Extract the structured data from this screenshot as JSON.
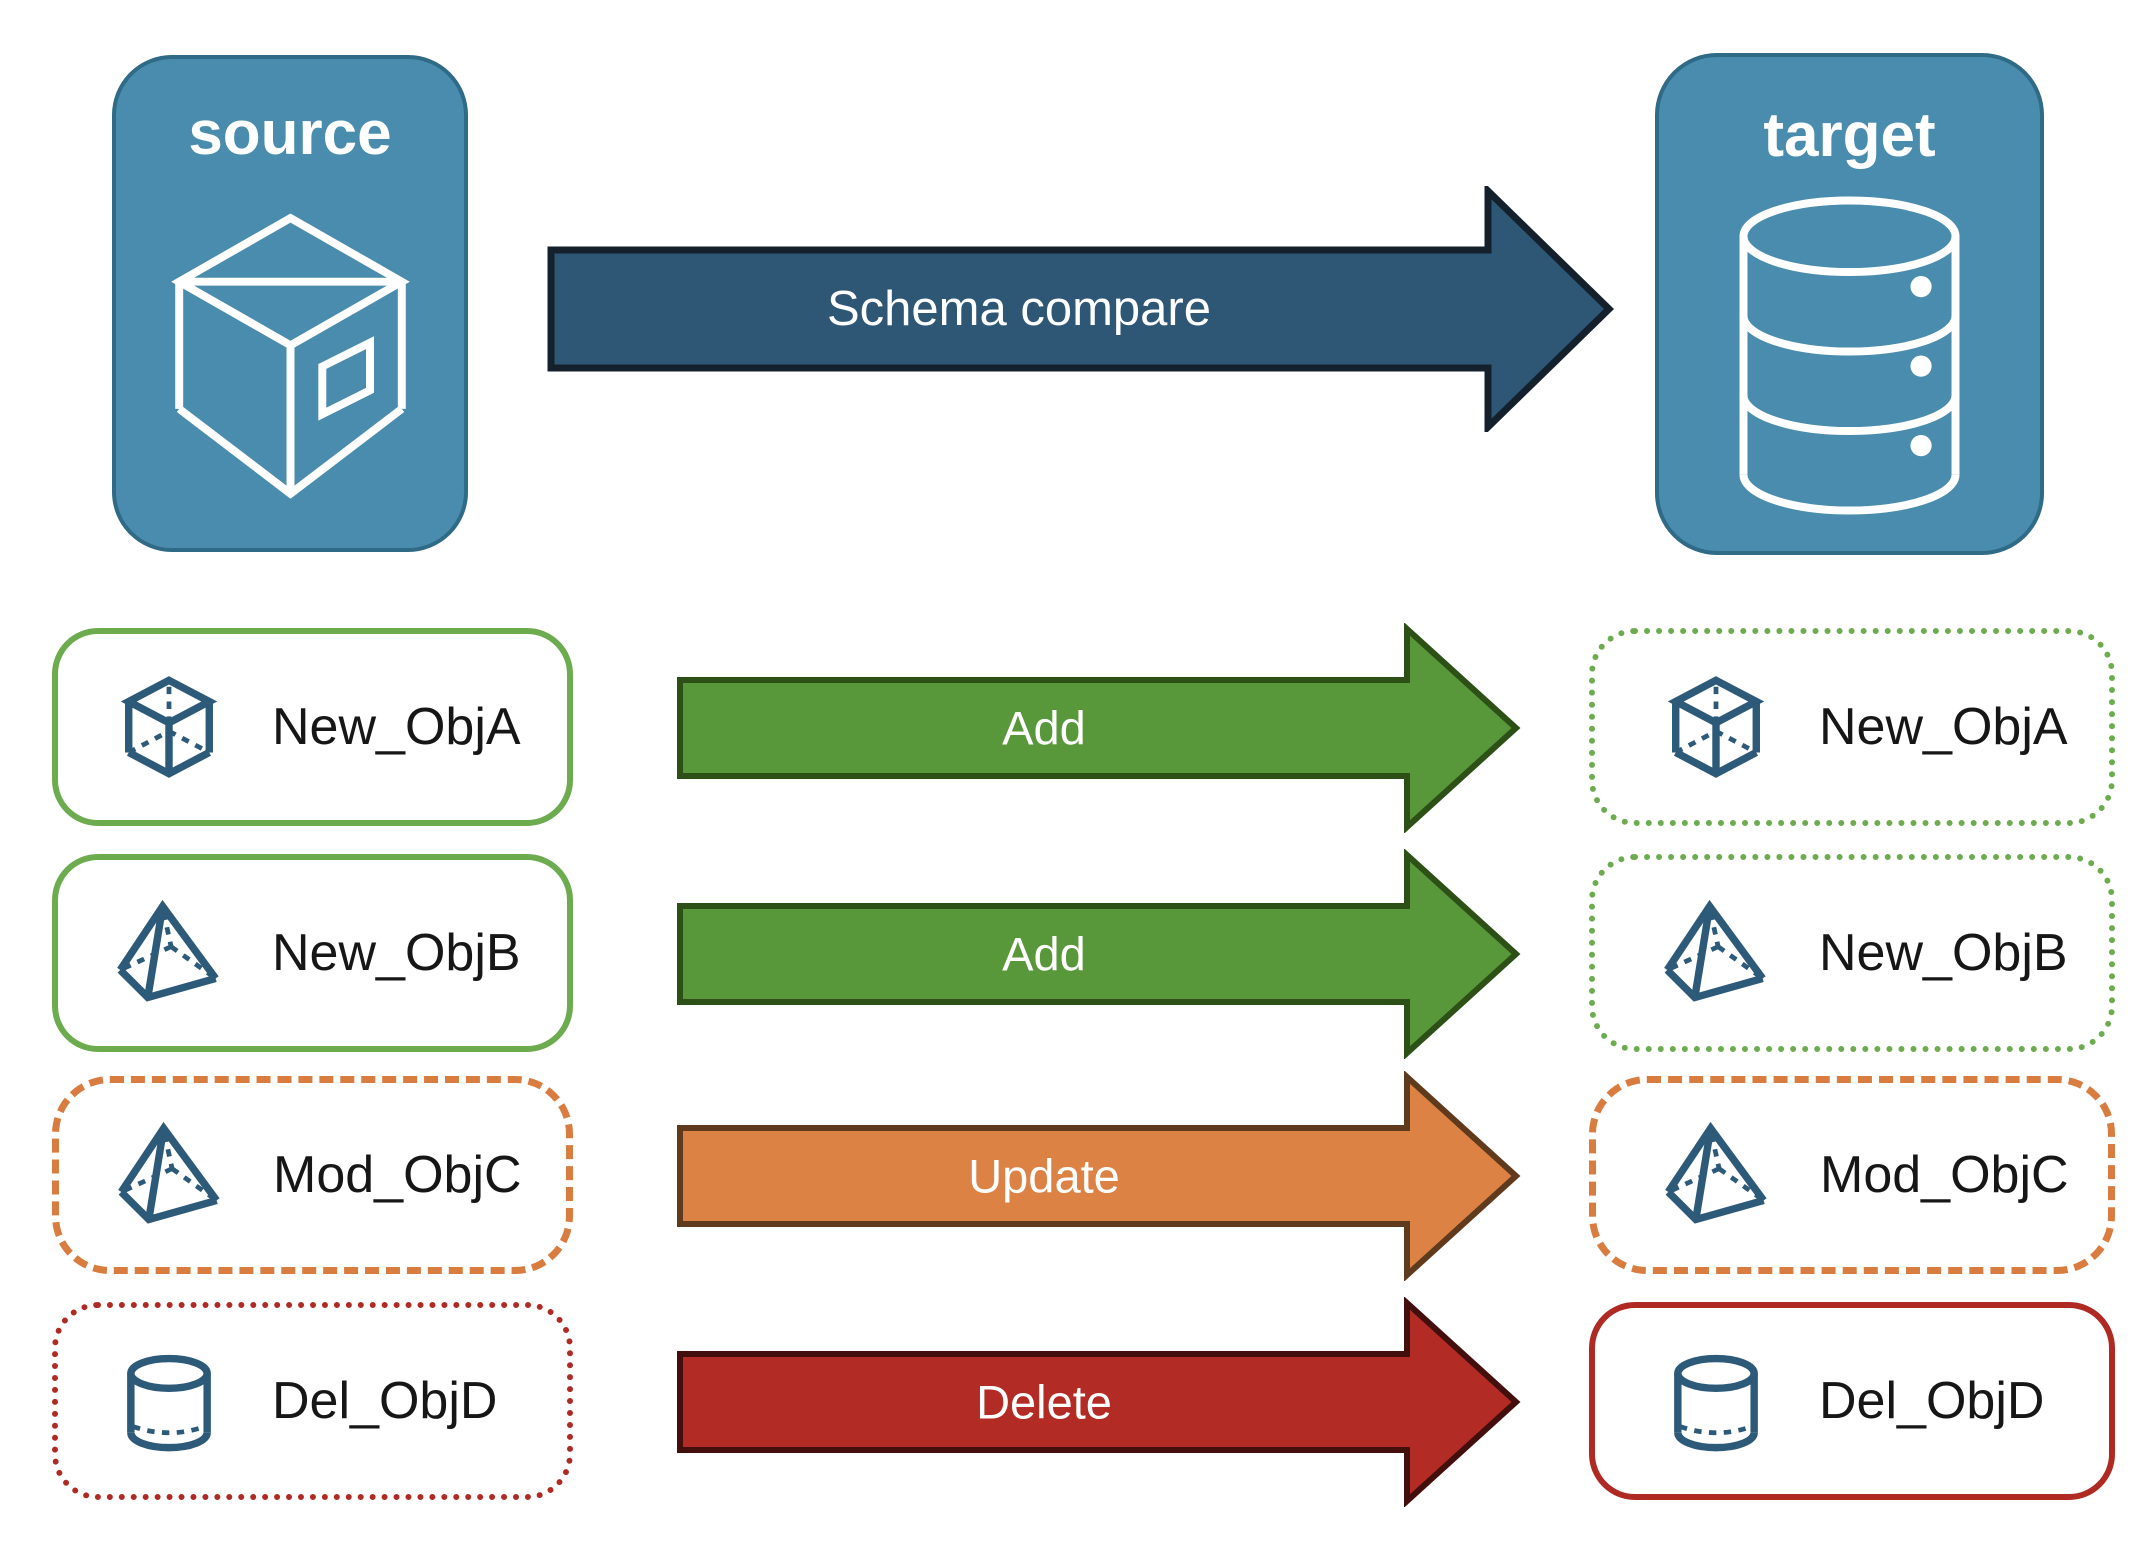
{
  "diagram": {
    "source_panel": {
      "title": "source",
      "icon": "package-icon"
    },
    "target_panel": {
      "title": "target",
      "icon": "database-icon"
    },
    "compare_arrow": {
      "label": "Schema compare"
    },
    "changes": [
      {
        "object": "New_ObjA",
        "action": "Add",
        "icon": "cube-icon",
        "source_box_style": "solid-green",
        "target_box_style": "dotted-green",
        "arrow_style": "add"
      },
      {
        "object": "New_ObjB",
        "action": "Add",
        "icon": "pyramid-icon",
        "source_box_style": "solid-green",
        "target_box_style": "dotted-green",
        "arrow_style": "add"
      },
      {
        "object": "Mod_ObjC",
        "action": "Update",
        "icon": "pyramid-icon",
        "source_box_style": "dashed-orange",
        "target_box_style": "dashed-orange",
        "arrow_style": "update"
      },
      {
        "object": "Del_ObjD",
        "action": "Delete",
        "icon": "cylinder-icon",
        "source_box_style": "dotted-red",
        "target_box_style": "solid-red",
        "arrow_style": "delete"
      }
    ],
    "colors": {
      "panel_fill": "#4A8CAD",
      "panel_border": "#2F6A86",
      "compare_arrow_fill": "#2E5675",
      "compare_arrow_border": "#14202C",
      "add_arrow_fill": "#58983A",
      "add_arrow_border": "#2D5016",
      "update_arrow_fill": "#DD8245",
      "update_arrow_border": "#5F3A1D",
      "delete_arrow_fill": "#B32B25",
      "delete_arrow_border": "#430F0D",
      "green_border": "#6CAC4E",
      "orange_border": "#D97C3F",
      "red_border": "#B02A24",
      "object_icon_color": "#2E5A7A",
      "label_text": "#161616",
      "arrow_label_text": "#FFFFFF"
    }
  }
}
